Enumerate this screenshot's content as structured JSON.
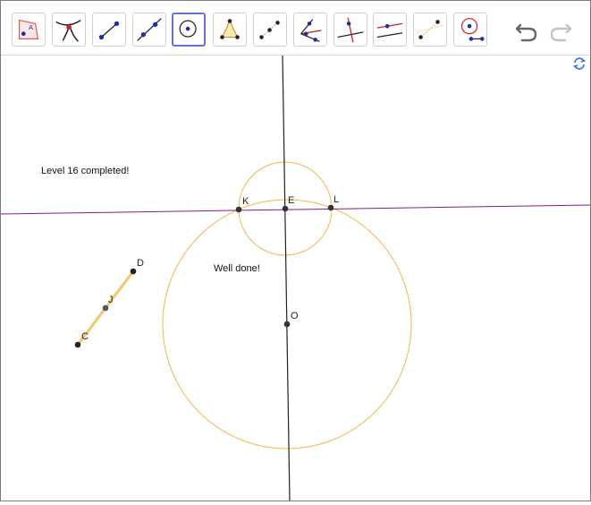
{
  "toolbar": {
    "tools": [
      {
        "name": "move-tool-icon"
      },
      {
        "name": "intersect-tool-icon"
      },
      {
        "name": "segment-tool-icon"
      },
      {
        "name": "line-tool-icon"
      },
      {
        "name": "circle-center-point-tool-icon",
        "active": true
      },
      {
        "name": "triangle-tool-icon"
      },
      {
        "name": "midpoint-tool-icon"
      },
      {
        "name": "angle-bisector-tool-icon"
      },
      {
        "name": "perpendicular-line-tool-icon"
      },
      {
        "name": "parallel-line-tool-icon"
      },
      {
        "name": "perpendicular-bisector-tool-icon"
      },
      {
        "name": "compass-tool-icon"
      }
    ],
    "undo_icon": "undo-icon",
    "redo_icon": "redo-icon"
  },
  "messages": {
    "level": "Level 16 completed!",
    "done": "Well done!"
  },
  "points": {
    "K": "K",
    "E": "E",
    "L": "L",
    "O": "O",
    "D": "D",
    "J": "J",
    "C": "C"
  },
  "colors": {
    "circle": "#f2b84b",
    "segment": "#f5c66a",
    "purple_line": "#8a1a8a",
    "black_line": "#222222",
    "active_tool_border": "#6a6fd6"
  }
}
